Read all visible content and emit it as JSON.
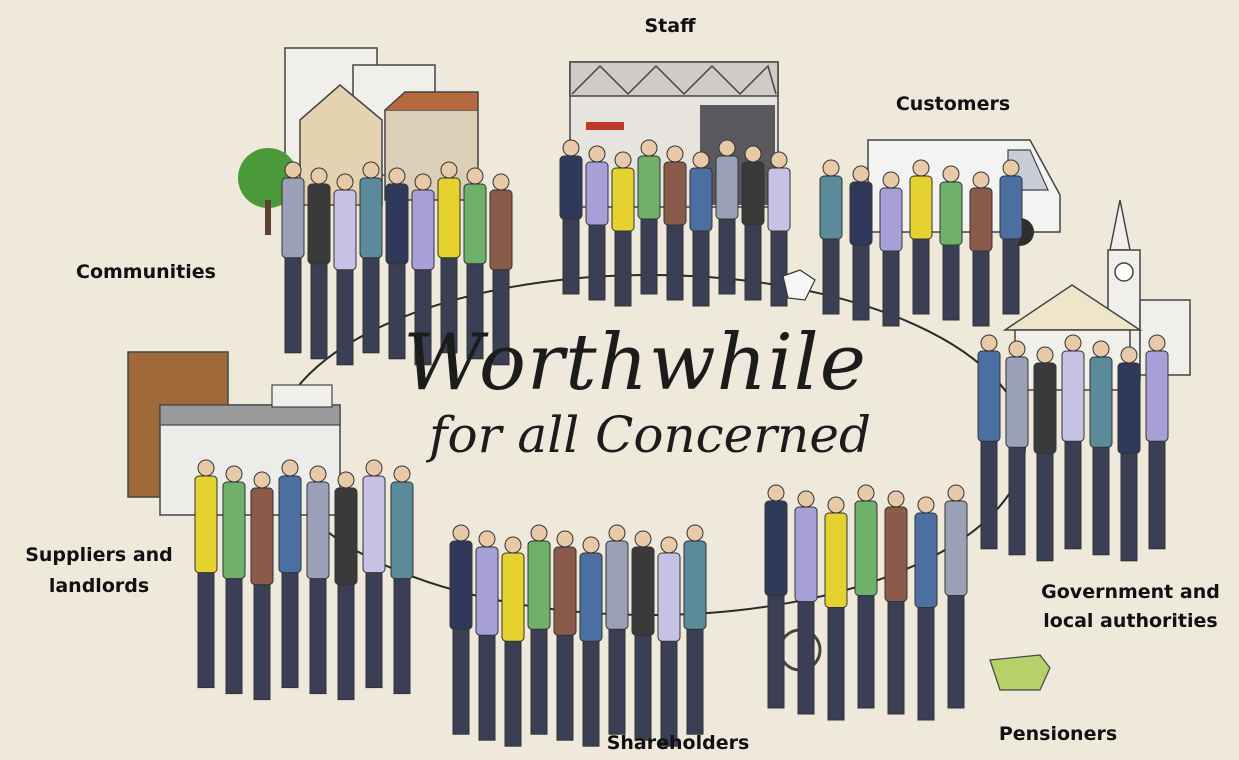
{
  "title": {
    "line1": "Worthwhile",
    "line2": "for all Concerned"
  },
  "stakeholders": {
    "staff": "Staff",
    "customers": "Customers",
    "communities": "Communities",
    "suppliers_line1": "Suppliers and",
    "suppliers_line2": "landlords",
    "government_line1": "Government and",
    "government_line2": "local authorities",
    "shareholders": "Shareholders",
    "pensioners": "Pensioners"
  },
  "colors": {
    "background": "#efe9dc",
    "ink": "#1c1c1c",
    "hi_vis": "#e6d22e",
    "tree_green": "#4a9a3a",
    "brick": "#a06a3a",
    "suit_navy": "#2f3a5a",
    "shirt_lilac": "#a7a0d6"
  }
}
